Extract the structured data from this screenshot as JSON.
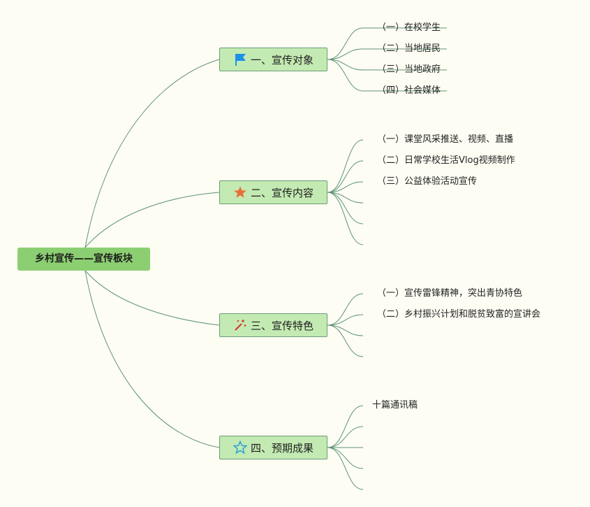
{
  "root": {
    "label": "乡村宣传——宣传板块"
  },
  "branches": [
    {
      "label": "一、宣传对象",
      "icon": "flag-icon",
      "icon_color": "#1e90e8",
      "children": [
        "（一）在校学生",
        "（二）当地居民",
        "（三）当地政府",
        "（四）社会媒体"
      ]
    },
    {
      "label": "二、宣传内容",
      "icon": "star-filled-icon",
      "icon_color": "#e8703a",
      "children": [
        "（一）课堂风采推送、视频、直播",
        "（二）日常学校生活Vlog视频制作",
        "（三）公益体验活动宣传",
        "",
        "",
        ""
      ]
    },
    {
      "label": "三、宣传特色",
      "icon": "magic-wand-icon",
      "icon_color": "#d9342b",
      "children": [
        "（一）宣传雷锋精神，突出青协特色",
        "（二）乡村振兴计划和脱贫致富的宣讲会",
        "",
        ""
      ]
    },
    {
      "label": "四、预期成果",
      "icon": "star-outline-icon",
      "icon_color": "#2a9fd8",
      "children": [
        "十篇通讯稿",
        "",
        "",
        "",
        ""
      ]
    }
  ],
  "colors": {
    "background": "#fdfdf3",
    "root_fill": "#8ccf72",
    "branch_fill": "#c3eab2",
    "branch_border": "#6a9d78",
    "connector": "#5f9378"
  }
}
